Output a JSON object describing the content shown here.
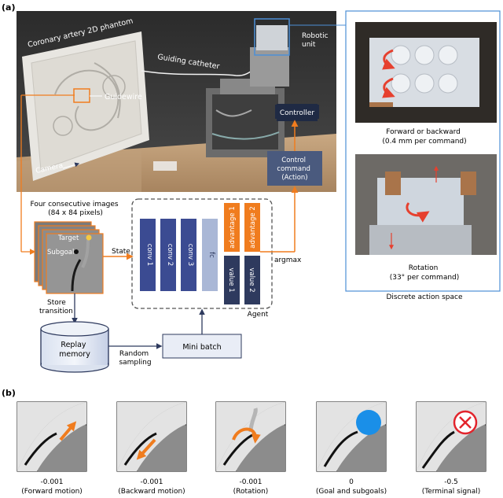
{
  "panel_a": {
    "tag": "(a)",
    "photo": {
      "phantom": "Coronary artery 2D phantom",
      "catheter": "Guiding catheter",
      "guidewire": "Guidewire",
      "robot": "Robotic\nunit",
      "camera": "Camera",
      "controller": "Controller"
    },
    "command": "Control\ncommand\n(Action)",
    "images": {
      "caption": "Four consecutive images\n(84 x 84 pixels)",
      "target": "Target",
      "subgoal": "Subgoal"
    },
    "state": "State",
    "network": {
      "convs": [
        "conv 1",
        "conv 2",
        "conv 3"
      ],
      "fc": "fc",
      "advantages": [
        "advantage 1",
        "advantage 2"
      ],
      "values": [
        "value 1",
        "value 2"
      ],
      "agent": "Agent"
    },
    "argmax": "argmax",
    "store": "Store\ntransition",
    "replay": "Replay\nmemory",
    "random": "Random\nsampling",
    "minibatch": "Mini batch",
    "actions": {
      "forward": "Forward or backward\n(0.4 mm per command)",
      "rotation": "Rotation\n(33° per command)",
      "title": "Discrete action space"
    }
  },
  "panel_b": {
    "tag": "(b)",
    "rewards": [
      {
        "value": "-0.001",
        "label": "(Forward motion)",
        "icon": "forward-arrow-icon"
      },
      {
        "value": "-0.001",
        "label": "(Backward motion)",
        "icon": "backward-arrow-icon"
      },
      {
        "value": "-0.001",
        "label": "(Rotation)",
        "icon": "rotation-arrow-icon"
      },
      {
        "value": "0",
        "label": "(Goal and subgoals)",
        "icon": "goal-circle-icon"
      },
      {
        "value": "-0.5",
        "label": "(Terminal signal)",
        "icon": "terminal-x-icon"
      }
    ]
  },
  "colors": {
    "orange": "#f07c1e",
    "navy": "#2e3a5e",
    "conv": "#3b4b92",
    "fc": "#a9b7d6",
    "vessel_gray": "#8c8c8c"
  }
}
